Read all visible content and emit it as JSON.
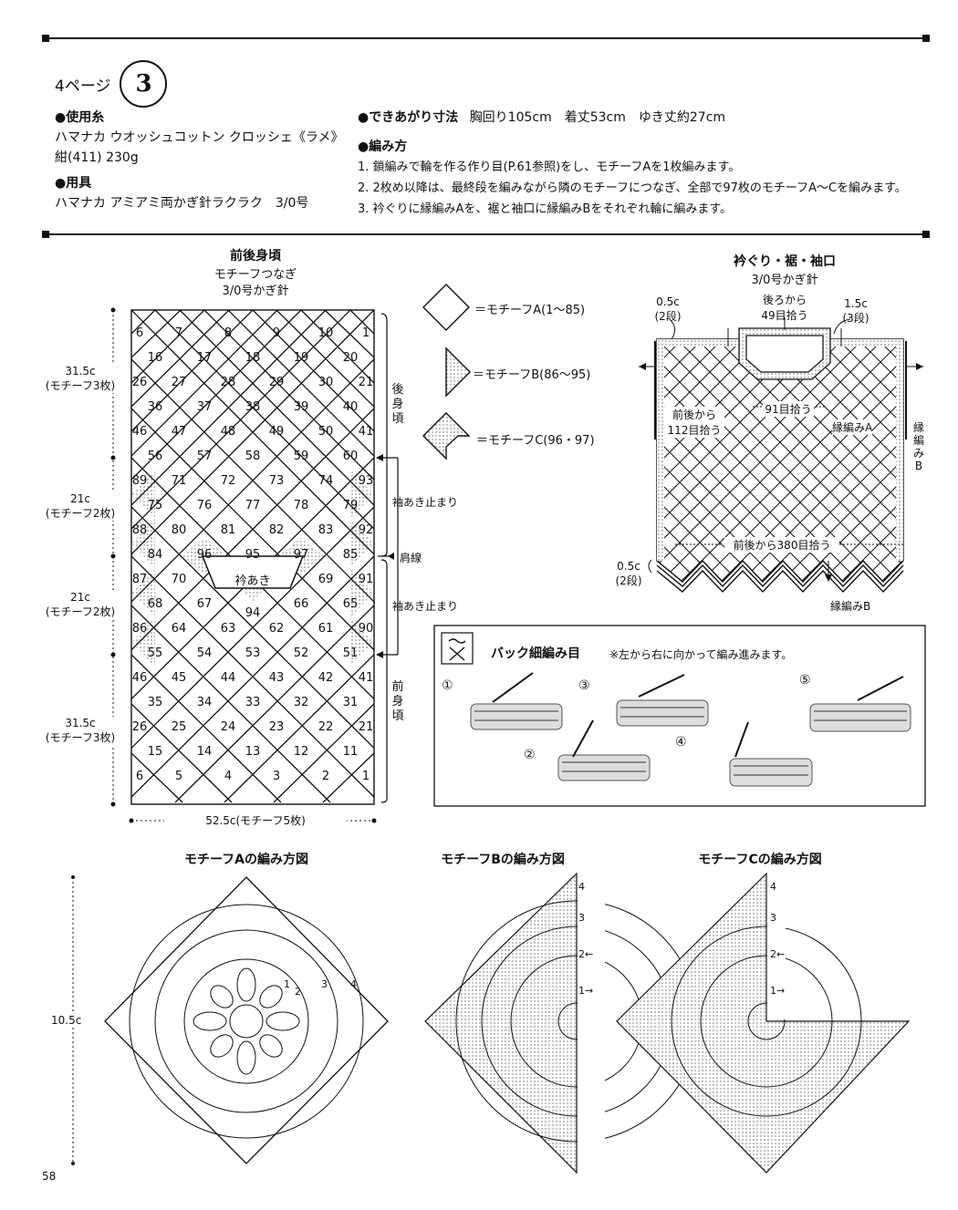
{
  "header": {
    "page_ref": "4ページ",
    "pattern_no": "3"
  },
  "materials": {
    "yarn_heading": "●使用糸",
    "yarn_line1": "ハマナカ ウオッシュコットン クロッシェ《ラメ》",
    "yarn_line2": "紺(411) 230g",
    "tools_heading": "●用具",
    "tools_line": "ハマナカ アミアミ両かぎ針ラクラク　3/0号"
  },
  "finished": {
    "heading": "●できあがり寸法",
    "values": "胸回り105cm　着丈53cm　ゆき丈約27cm"
  },
  "method": {
    "heading": "●編み方",
    "steps": [
      "1. 鎖編みで輪を作る作り目(P.61参照)をし、モチーフAを1枚編みます。",
      "2. 2枚め以降は、最終段を編みながら隣のモチーフにつなぎ、全部で97枚のモチーフA～Cを編みます。",
      "3. 衿ぐりに縁編みAを、裾と袖口に縁編みBをそれぞれ輪に編みます。"
    ]
  },
  "body_diagram": {
    "title": "前後身頃",
    "subtitle1": "モチーフつなぎ",
    "subtitle2": "3/0号かぎ針",
    "dims_left": [
      {
        "a": "31.5c",
        "b": "(モチーフ3枚)"
      },
      {
        "a": "21c",
        "b": "(モチーフ2枚)"
      },
      {
        "a": "21c",
        "b": "(モチーフ2枚)"
      },
      {
        "a": "31.5c",
        "b": "(モチーフ3枚)"
      }
    ],
    "bottom_dim": "52.5c(モチーフ5枚)",
    "back_label": [
      "後",
      "身",
      "頃"
    ],
    "front_label": [
      "前",
      "身",
      "頃"
    ],
    "sleeve_stop_1": "袖あき止まり",
    "shoulder_line": "肩線",
    "sleeve_stop_2": "袖あき止まり",
    "neck_label": "衿あき",
    "numbers": {
      "r0": [
        "6",
        "7",
        "8",
        "9",
        "10",
        "1"
      ],
      "r1": [
        "16",
        "17",
        "18",
        "19",
        "20"
      ],
      "r2": [
        "26",
        "27",
        "28",
        "29",
        "30",
        "21"
      ],
      "r3": [
        "36",
        "37",
        "38",
        "39",
        "40"
      ],
      "r4": [
        "46",
        "47",
        "48",
        "49",
        "50",
        "41"
      ],
      "r5": [
        "56",
        "57",
        "58",
        "59",
        "60"
      ],
      "r6": [
        "89",
        "71",
        "72",
        "73",
        "74",
        "93"
      ],
      "r7": [
        "75",
        "76",
        "77",
        "78",
        "79"
      ],
      "r8": [
        "88",
        "80",
        "81",
        "82",
        "83",
        "92"
      ],
      "r9": [
        "84",
        "96",
        "95",
        "97",
        "85"
      ],
      "r10": [
        "87",
        "70",
        "69",
        "91"
      ],
      "r11": [
        "68",
        "67",
        "66",
        "65"
      ],
      "r11b": [
        "94"
      ],
      "r12": [
        "86",
        "64",
        "63",
        "62",
        "61",
        "90"
      ],
      "r13": [
        "55",
        "54",
        "53",
        "52",
        "51"
      ],
      "r14": [
        "46",
        "45",
        "44",
        "43",
        "42",
        "41"
      ],
      "r15": [
        "35",
        "34",
        "33",
        "32",
        "31"
      ],
      "r16": [
        "26",
        "25",
        "24",
        "23",
        "22",
        "21"
      ],
      "r17": [
        "15",
        "14",
        "13",
        "12",
        "11"
      ],
      "r18": [
        "6",
        "5",
        "4",
        "3",
        "2",
        "1"
      ]
    }
  },
  "legend": {
    "a": "＝モチーフA(1～85)",
    "b": "＝モチーフB(86～95)",
    "c": "＝モチーフC(96・97)"
  },
  "edge_diagram": {
    "title": "衿ぐり・裾・袖口",
    "subtitle": "3/0号かぎ針",
    "l1a": "0.5c",
    "l1b": "(2段)",
    "back_a": "後ろから",
    "back_b": "49目拾う",
    "r1a": "1.5c",
    "r1b": "(3段)",
    "pick91": "91目拾う",
    "front_a": "前後から",
    "front_b": "112目拾う",
    "edgeA": "縁編みA",
    "edgeB_v": [
      "縁",
      "編",
      "み",
      "B"
    ],
    "pick380": "前後から380目拾う",
    "l2a": "0.5c",
    "l2b": "(2段)",
    "edgeB": "縁編みB"
  },
  "back_sc": {
    "title": "バック細編み目",
    "note": "※左から右に向かって編み進みます。",
    "steps": [
      "①",
      "②",
      "③",
      "④",
      "⑤"
    ]
  },
  "charts": {
    "a_title": "モチーフAの編み方図",
    "b_title": "モチーフBの編み方図",
    "c_title": "モチーフCの編み方図",
    "height": "10.5c",
    "row_marks": [
      "4",
      "3",
      "2←",
      "1→"
    ],
    "a_marks": [
      "1",
      "2",
      "3",
      "4"
    ]
  },
  "footer": {
    "page": "58"
  }
}
